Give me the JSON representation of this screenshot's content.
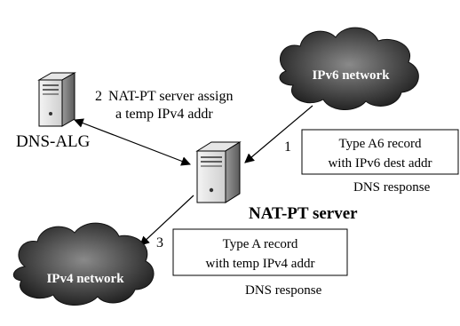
{
  "clouds": {
    "ipv6": {
      "label": "IPv6 network"
    },
    "ipv4": {
      "label": "IPv4 network"
    }
  },
  "nodes": {
    "dns_alg": {
      "label": "DNS-ALG"
    },
    "nat_pt": {
      "label": "NAT-PT server"
    }
  },
  "steps": {
    "step1": {
      "number": "1",
      "record_line1": "Type A6 record",
      "record_line2": "with IPv6 dest addr",
      "caption": "DNS response"
    },
    "step2": {
      "number": "2",
      "line1": "NAT-PT server assign",
      "line2": "a temp IPv4 addr"
    },
    "step3": {
      "number": "3",
      "record_line1": "Type A record",
      "record_line2": "with temp IPv4 addr",
      "caption": "DNS response"
    }
  }
}
